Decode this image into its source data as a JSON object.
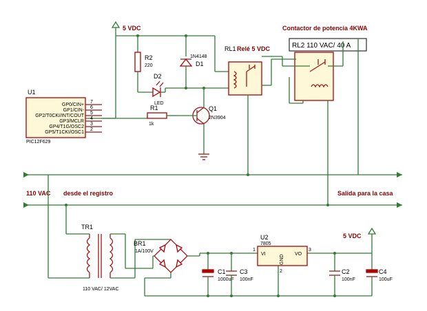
{
  "labels": {
    "vdc_top": "5 VDC",
    "contactor_title": "Contactor de potencia 4KWA",
    "rl1_ref": "RL1",
    "rl1_value": "Relé 5 VDC",
    "rl2_ref": "RL2 110 VAC/ 40 A",
    "ac_input": "110 VAC",
    "ac_source": "desde el registro",
    "house_output": "Salida para la casa",
    "vdc_out": "5 VDC"
  },
  "components": {
    "R2": {
      "ref": "R2",
      "value": "220"
    },
    "D1": {
      "ref": "D1",
      "value": "1N4148"
    },
    "D2": {
      "ref": "D2",
      "value": "LED"
    },
    "R1": {
      "ref": "R1",
      "value": "1k"
    },
    "Q1": {
      "ref": "Q1",
      "value": "2N3904"
    },
    "U1": {
      "ref": "U1",
      "value": "PIC12F629",
      "pins": [
        {
          "num": "7",
          "name": "GP0/CIN+"
        },
        {
          "num": "6",
          "name": "GP1/CIN-"
        },
        {
          "num": "5",
          "name": "GP2/T0CKI/INT/COUT"
        },
        {
          "num": "4",
          "name": "GP3/MCLR"
        },
        {
          "num": "3",
          "name": "GP4/T1G/OSC2"
        },
        {
          "num": "2",
          "name": "GP5/T1CKI/OSC1"
        }
      ]
    },
    "TR1": {
      "ref": "TR1",
      "value": "110 VAC/ 12VAC"
    },
    "BR1": {
      "ref": "BR1",
      "value": "1A/100V"
    },
    "U2": {
      "ref": "U2",
      "value": "7805",
      "vi": "VI",
      "vo": "VO",
      "gnd": "GND",
      "pin1": "1",
      "pin2": "2",
      "pin3": "3"
    },
    "C1": {
      "ref": "C1",
      "value": "1000uF"
    },
    "C3": {
      "ref": "C3",
      "value": "100nF"
    },
    "C2": {
      "ref": "C2",
      "value": "100nF"
    },
    "C4": {
      "ref": "C4",
      "value": "100uF"
    }
  },
  "colors": {
    "wire": "#2e7d32",
    "component": "#a31515",
    "label": "#8b0000",
    "body": "#fff8d8"
  }
}
